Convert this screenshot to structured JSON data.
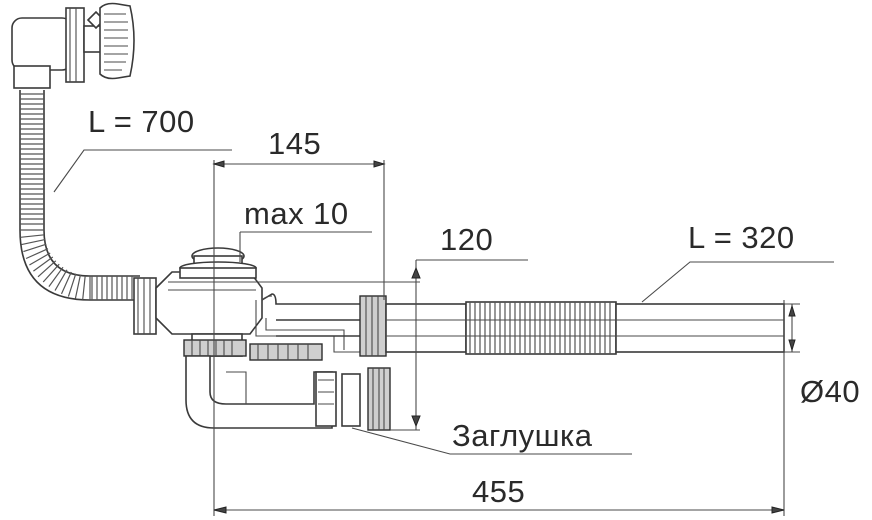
{
  "labels": {
    "overflow_hose_length": "L = 700",
    "dim_145": "145",
    "max_10": "max 10",
    "dim_120": "120",
    "drain_hose_length": "L = 320",
    "diameter": "Ø40",
    "plug": "Заглушка",
    "dim_455": "455"
  }
}
